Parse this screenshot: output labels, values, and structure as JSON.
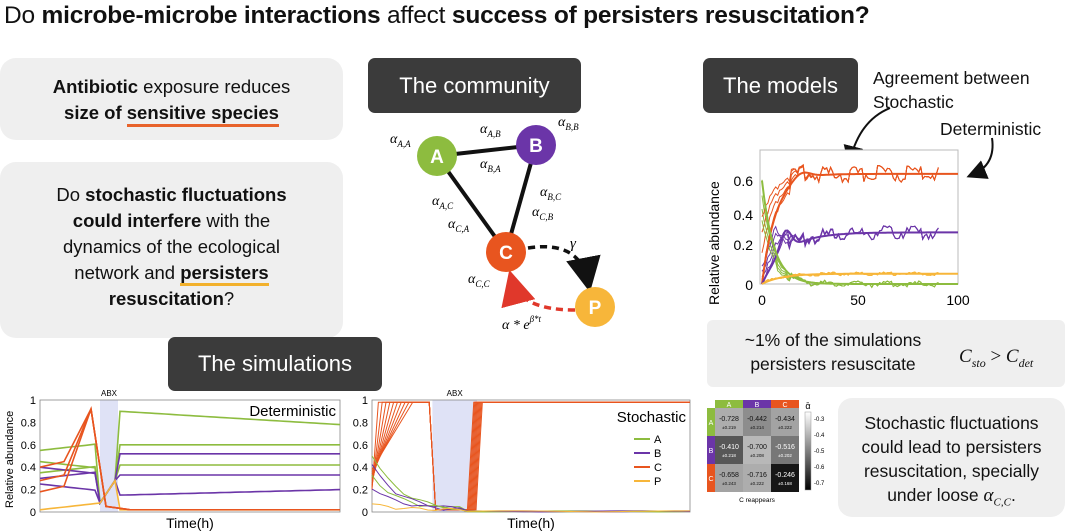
{
  "title": {
    "p1": "Do ",
    "b1": "microbe-microbe interactions",
    "p2": " affect ",
    "b2": "success of persisters resuscitation?"
  },
  "box_antibiotic": {
    "b1": "Antibiotic",
    "p1": " exposure reduces",
    "b2": "size of ",
    "b3": "sensitive species"
  },
  "box_stochastic_q": {
    "p1": "Do ",
    "b1": "stochastic fluctuations",
    "b2": "could interfere",
    "p2": " with the",
    "p3": "dynamics of the ecological",
    "p4": "network and ",
    "b3": "persisters",
    "b4": "resuscitation",
    "p5": "?"
  },
  "headers": {
    "community": "The community",
    "models": "The models",
    "simulations": "The simulations"
  },
  "network": {
    "nodes": {
      "A": "A",
      "B": "B",
      "C": "C",
      "P": "P"
    },
    "colors": {
      "A": "#8dbc3f",
      "B": "#6b35a8",
      "C": "#e8551f",
      "P": "#f7b63a",
      "edge_gamma": "#111111",
      "edge_alpha": "#e0382b"
    },
    "labels": {
      "aAA": "α",
      "aAA_sub": "A,A",
      "aAB": "α",
      "aAB_sub": "A,B",
      "aBB": "α",
      "aBB_sub": "B,B",
      "aBA": "α",
      "aBA_sub": "B,A",
      "aAC": "α",
      "aAC_sub": "A,C",
      "aCA": "α",
      "aCA_sub": "C,A",
      "aBC": "α",
      "aBC_sub": "B,C",
      "aCB": "α",
      "aCB_sub": "C,B",
      "aCC": "α",
      "aCC_sub": "C,C",
      "gamma": "γ",
      "resus": "α * e",
      "resus_sup": "β*t"
    }
  },
  "models_annot": {
    "agreement": "Agreement between",
    "stochastic": "Stochastic",
    "deterministic": "Deterministic"
  },
  "models_chart": {
    "ylabel": "Relative abundance",
    "xticks": [
      "0",
      "50",
      "100"
    ],
    "yticks": [
      "0",
      "0.2",
      "0.4",
      "0.6"
    ]
  },
  "box_percent": {
    "l1": "~1% of the simulations",
    "l2": "persisters resuscitate",
    "eq_c1": "C",
    "eq_c1_sub": "sto",
    "eq_op": " > ",
    "eq_c2": "C",
    "eq_c2_sub": "det"
  },
  "heatmap": {
    "col_labels": [
      "A",
      "B",
      "C"
    ],
    "row_labels": [
      "A",
      "B",
      "C"
    ],
    "values": [
      [
        "-0.728",
        "-0.442",
        "-0.434"
      ],
      [
        "-0.410",
        "-0.700",
        "-0.516"
      ],
      [
        "-0.658",
        "-0.716",
        "-0.246"
      ]
    ],
    "sub_values": [
      [
        "±0.219",
        "±0.214",
        "±0.222"
      ],
      [
        "±0.218",
        "±0.208",
        "±0.202"
      ],
      [
        "±0.243",
        "±0.222",
        "±0.168"
      ]
    ],
    "shade": [
      [
        0.2,
        0.35,
        0.25
      ],
      [
        0.6,
        0.15,
        0.45
      ],
      [
        0.25,
        0.2,
        0.9
      ]
    ],
    "header_colors": [
      "#8dbc3f",
      "#6b35a8",
      "#e8551f"
    ],
    "caption": "C reappears",
    "colorbar_label": "ᾱ",
    "colorbar_ticks": [
      "-0.3",
      "-0.4",
      "-0.5",
      "-0.6",
      "-0.7"
    ]
  },
  "box_fluct": {
    "l1": "Stochastic fluctuations",
    "l2": "could lead to persisters",
    "l3": "resuscitation, specially",
    "l4": "under loose ",
    "sym": "α",
    "sym_sub": "C,C",
    "end": "."
  },
  "sim_det": {
    "label": "Deterministic",
    "abx": "ABX",
    "ylabel": "Relative abundance",
    "xlabel": "Time(h)",
    "yticks": [
      "0",
      "0.2",
      "0.4",
      "0.6",
      "0.8",
      "1"
    ]
  },
  "sim_sto": {
    "label": "Stochastic",
    "abx": "ABX",
    "xlabel": "Time(h)",
    "yticks": [
      "0",
      "0.2",
      "0.4",
      "0.6",
      "0.8",
      "1"
    ],
    "legend": [
      "A",
      "B",
      "C",
      "P"
    ]
  }
}
